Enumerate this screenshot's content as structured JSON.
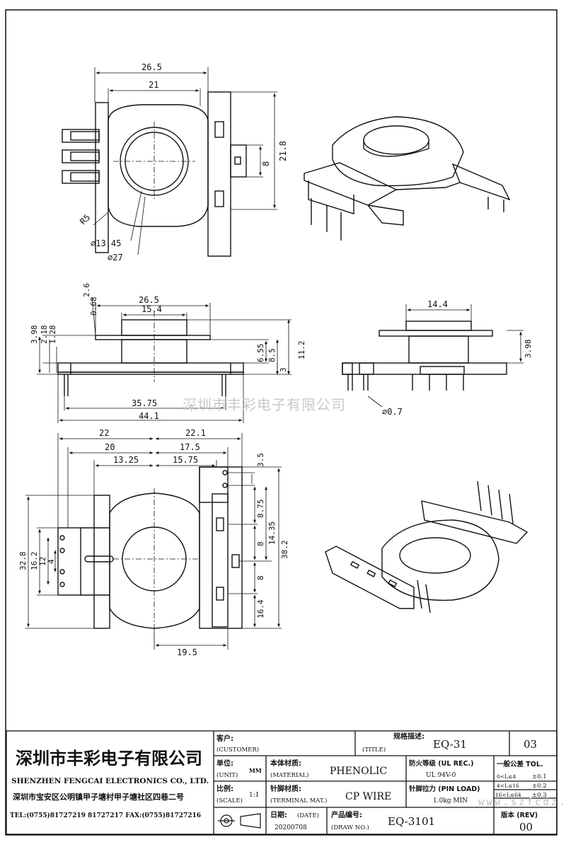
{
  "dimensions": {
    "top_view": {
      "width_outer": "26.5",
      "width_inner": "21",
      "height_outer": "21.8",
      "slot": "8",
      "radius": "R5",
      "bore_inner": "⌀13.45",
      "bore_outer": "⌀27"
    },
    "front_view": {
      "t_2_6": "2.6",
      "t_0_68": "0.68",
      "h_3_98": "3.98",
      "h_2_18": "2.18",
      "h_1_28": "1.28",
      "w_26_5": "26.5",
      "w_15_4": "15.4",
      "h_6_55": "6.55",
      "h_8_5": "8.5",
      "h_11_2": "11.2",
      "h_3": "3",
      "w_35_75": "35.75",
      "w_44_1": "44.1"
    },
    "side_view": {
      "w_14_4": "14.4",
      "h_3_98": "3.98",
      "pin": "⌀0.7"
    },
    "bottom_view": {
      "w_22": "22",
      "w_22_1": "22.1",
      "w_20": "20",
      "w_17_5": "17.5",
      "w_13_25": "13.25",
      "w_15_75": "15.75",
      "w_19_5": "19.5",
      "h_32_8": "32.8",
      "h_16_2": "16.2",
      "h_12": "12",
      "h_4": "4",
      "h_3_5": "3.5",
      "h_8_75": "8.75",
      "h_14_35": "14.35",
      "h_38_2": "38.2",
      "h_8a": "8",
      "h_8b": "8",
      "h_16_4": "16.4"
    }
  },
  "watermark": "深圳市丰彩电子有限公司",
  "watermark_url": "www.szfcdz.cn",
  "title_block": {
    "company_cn": "深圳市丰彩电子有限公司",
    "company_en": "SHENZHEN FENGCAI ELECTRONICS CO., LTD.",
    "address": "深圳市宝安区公明镇甲子塘村甲子塘社区四巷二号",
    "phone": "TEL:(0755)81727219  81727217   FAX:(0755)81727216",
    "customer_label_cn": "客户:",
    "customer_label_en": "(CUSTOMER)",
    "title_label_cn": "规格描述:",
    "title_label_en": "(TITLE)",
    "title_value": "EQ-31",
    "sheet_no": "03",
    "unit_label_cn": "单位:",
    "unit_label_en": "(UNIT)",
    "unit_value": "MM",
    "material_label_cn": "本体材质:",
    "material_label_en": "(MATERIAL)",
    "material_value": "PHENOLIC",
    "flame_label_cn": "防火等级 (UL REC.)",
    "flame_value": "UL 94V-0",
    "tol_label_cn": "一般公差 TOL.",
    "tol_rows": [
      {
        "range": "0<L≤4",
        "value": "±0.1"
      },
      {
        "range": "4<L≤16",
        "value": "±0.2"
      },
      {
        "range": "16<L≤64",
        "value": "±0.3"
      }
    ],
    "scale_label_cn": "比例:",
    "scale_label_en": "(SCALE)",
    "scale_value": "1:1",
    "terminal_label_cn": "针脚材质:",
    "terminal_label_en": "(TERMINAL MAT.)",
    "terminal_value": "CP WIRE",
    "pin_load_label": "针脚拉力 (PIN LOAD)",
    "pin_load_value": "1.0kg MIN",
    "date_label_cn": "日期:",
    "date_label_en": "(DATE)",
    "date_value": "20200708",
    "drawno_label_cn": "产品编号:",
    "drawno_label_en": "(DRAW NO.)",
    "drawno_value": "EQ-3101",
    "rev_label": "版本 (REV)",
    "rev_value": "00"
  }
}
